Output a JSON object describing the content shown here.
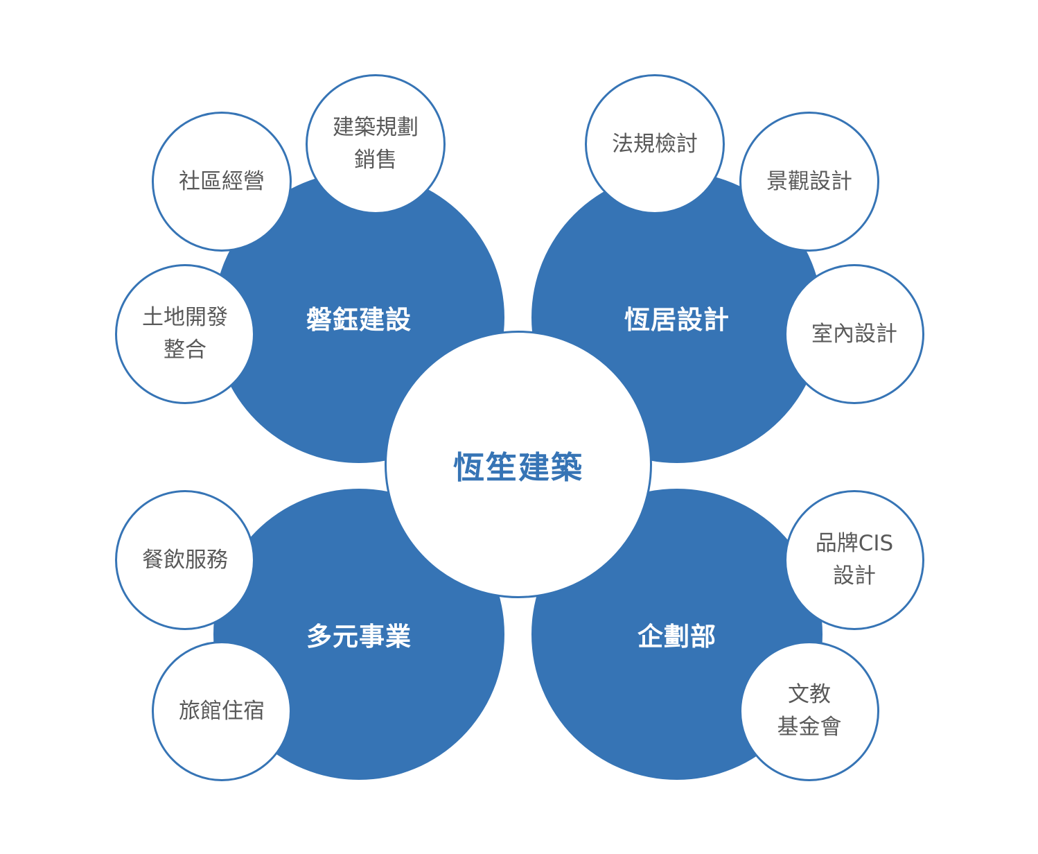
{
  "center": {
    "label": "恆笙建築"
  },
  "divisions": [
    {
      "label": "磐鈺建設",
      "items": [
        "社區經營",
        "建築規劃\n銷售",
        "土地開發\n整合"
      ]
    },
    {
      "label": "恆居設計",
      "items": [
        "法規檢討",
        "景觀設計",
        "室內設計"
      ]
    },
    {
      "label": "多元事業",
      "items": [
        "餐飲服務",
        "旅館住宿"
      ]
    },
    {
      "label": "企劃部",
      "items": [
        "品牌CIS\n設計",
        "文教\n基金會"
      ]
    }
  ],
  "colors": {
    "primary": "#3674B5",
    "text": "#595959"
  }
}
